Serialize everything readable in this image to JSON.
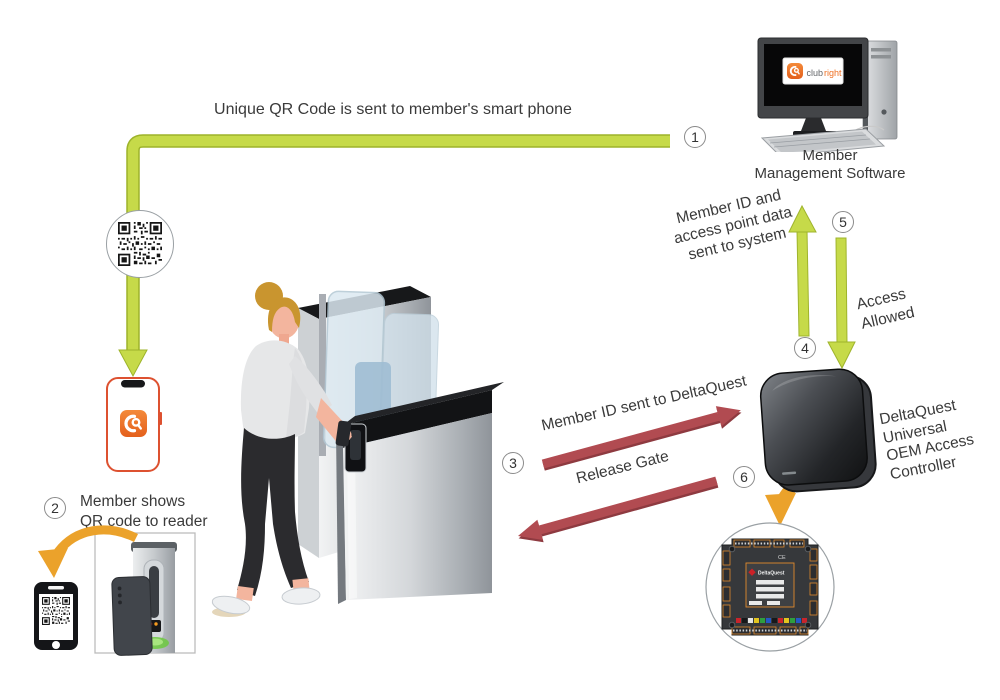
{
  "diagram_title": "ClubRight QR code access control flow",
  "flow": {
    "step1": {
      "num": "1",
      "label": "Unique QR Code is sent to member's smart phone"
    },
    "step2": {
      "num": "2",
      "line1": "Member shows",
      "line2": "QR code to reader"
    },
    "step3": {
      "num": "3",
      "label": "Member ID sent to DeltaQuest"
    },
    "step4": {
      "num": "4",
      "line1": "Member ID and",
      "line2": "access point data",
      "line3": "sent to system"
    },
    "step5": {
      "num": "5",
      "line1": "Access",
      "line2": "Allowed"
    },
    "step6": {
      "num": "6",
      "label": "Release Gate"
    }
  },
  "nodes": {
    "computer": {
      "caption_line1": "Member",
      "caption_line2": "Management Software",
      "logo_club": "club",
      "logo_right": "right"
    },
    "controller": {
      "line1": "DeltaQuest",
      "line2": "Universal",
      "line3": "OEM Access",
      "line4": "Controller"
    },
    "board": {
      "brand": "DeltaQuest",
      "ce_mark": "CE"
    }
  },
  "colors": {
    "arrow_green": "#c6da49",
    "arrow_green_dark": "#9db32a",
    "arrow_red": "#b14b51",
    "arrow_red_dark": "#8e3a40",
    "arrow_orange": "#eba22b",
    "brand_orange": "#ef7023",
    "text": "#3a3a3a"
  }
}
